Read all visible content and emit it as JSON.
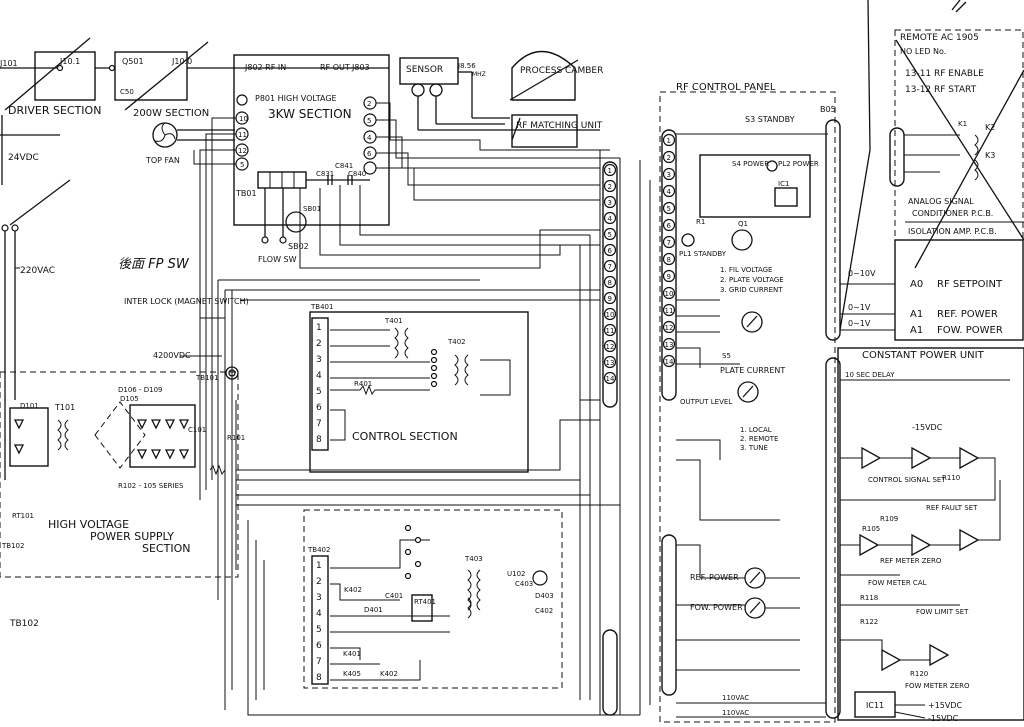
{
  "labels": {
    "driver_section": "DRIVER SECTION",
    "section_200w": "200W SECTION",
    "top_fan": "TOP FAN",
    "vdc24": "24VDC",
    "j101": "J101",
    "j101b": "J10.1",
    "q501": "Q501",
    "j1002": "J10.0",
    "c503": "C50",
    "sec_3kw": "3KW SECTION",
    "p801": "P801 HIGH VOLTAGE",
    "j802": "J802 RF IN",
    "rf_out": "RF OUT",
    "j803": "J803",
    "tb01": "TB01",
    "c831": "C831",
    "c841": "C841",
    "c840": "C840",
    "sb01": "SB01",
    "sb02": "SB02",
    "flow_sw": "FLOW SW",
    "sensor": "SENSOR",
    "j856": "J8.56",
    "mhz": "MHZ",
    "process_chamber": "PROCESS CAMBER",
    "rf_matching": "RF MATCHING UNIT",
    "vac220": "220VAC",
    "hand_note": "後面 FP SW",
    "interlock": "INTER LOCK (MAGNET SWITCH)",
    "vdc4200": "4200VDC",
    "tb101": "TB101",
    "t101": "T101",
    "d101": "D101",
    "d105": "D105",
    "d106": "D106 - D109",
    "c101": "C101",
    "r101": "R101",
    "r102": "R102 - 105 SERIES",
    "hv_supply": "HIGH VOLTAGE POWER SUPPLY SECTION",
    "rt101": "RT101",
    "tb102": "TB102",
    "tb102b": "TB102",
    "tb401": "TB401",
    "t401": "T401",
    "t402": "T402",
    "r401": "R401",
    "control_section": "CONTROL SECTION",
    "tb402": "TB402",
    "k402": "K402",
    "d401": "D401",
    "c401": "C401",
    "rt401": "RT401",
    "t403": "T403",
    "u102": "U102",
    "c403": "C403",
    "d403": "D403",
    "c402": "C402",
    "k401": "K401",
    "k405": "K405",
    "rf_control_panel": "RF CONTROL PANEL",
    "s3_standby": "S3 STANDBY",
    "s4_power": "S4 POWER",
    "pl2_power": "PL2 POWER",
    "ic1": "IC1",
    "r1": "R1",
    "q1": "Q1",
    "pl1_standby": "PL1 STANDBY",
    "fil_voltage": "1. FIL VOLTAGE",
    "plate_voltage": "2. PLATE VOLTAGE",
    "grid_current": "3. GRID CURRENT",
    "s5": "S5",
    "plate_current": "PLATE CURRENT",
    "output_level": "OUTPUT LEVEL",
    "local": "1. LOCAL",
    "remote": "2. REMOTE",
    "tune": "3. TUNE",
    "ref_power_meter": "REF. POWER",
    "fow_power_meter": "FOW. POWER",
    "b05": "B05",
    "remote_ac": "REMOTE AC 1905",
    "no_led": "NO LED No.",
    "rf_enable": "13-11 RF ENABLE",
    "rf_start": "13-12 RF START",
    "k1": "K1",
    "k2": "K2",
    "k3": "K3",
    "analog_signal": "ANALOG SIGNAL CONDITIONER P.C.B.",
    "isolation_amp": "ISOLATION AMP. P.C.B.",
    "v0_10_a": "0~10V",
    "v0_1_b": "0~1V",
    "v0_1_c": "0~1V",
    "a0": "A0",
    "a1a": "A1",
    "a1b": "A1",
    "rf_setpoint": "RF SETPOINT",
    "ref_power": "REF. POWER",
    "fow_power": "FOW. POWER",
    "constant_power": "CONSTANT POWER UNIT",
    "delay": "10 SEC DELAY",
    "vdc_neg15": "-15VDC",
    "control_signal": "CONTROL SIGNAL SET",
    "r110": "R110",
    "ref_fault": "REF FAULT SET",
    "r109": "R109",
    "r105": "R105",
    "ref_meter_zero": "REF METER ZERO",
    "fow_meter_cal": "FOW METER CAL",
    "r118": "R118",
    "r122": "R122",
    "fow_limit": "FOW LIMIT SET",
    "r120": "R120",
    "fow_meter_zero": "FOW METER ZERO",
    "vac110a": "110VAC",
    "vac110b": "110VAC",
    "ic11": "IC11",
    "vdc15": "+15VDC",
    "vdc_neg15b": "-15VDC"
  },
  "terminals": {
    "tb402_pins": [
      "1",
      "2",
      "3",
      "4",
      "5",
      "6",
      "7",
      "8"
    ],
    "tb401_pins": [
      "1",
      "2",
      "3",
      "4",
      "5",
      "6",
      "7",
      "8"
    ],
    "bus_pins": [
      "1",
      "2",
      "3",
      "4",
      "5",
      "6",
      "7",
      "8",
      "9",
      "10",
      "11",
      "12",
      "13",
      "14"
    ],
    "p801_pins": [
      "5",
      "10",
      "11",
      "12"
    ],
    "sensor_pins": [
      "2",
      "5",
      "4",
      "6"
    ]
  }
}
